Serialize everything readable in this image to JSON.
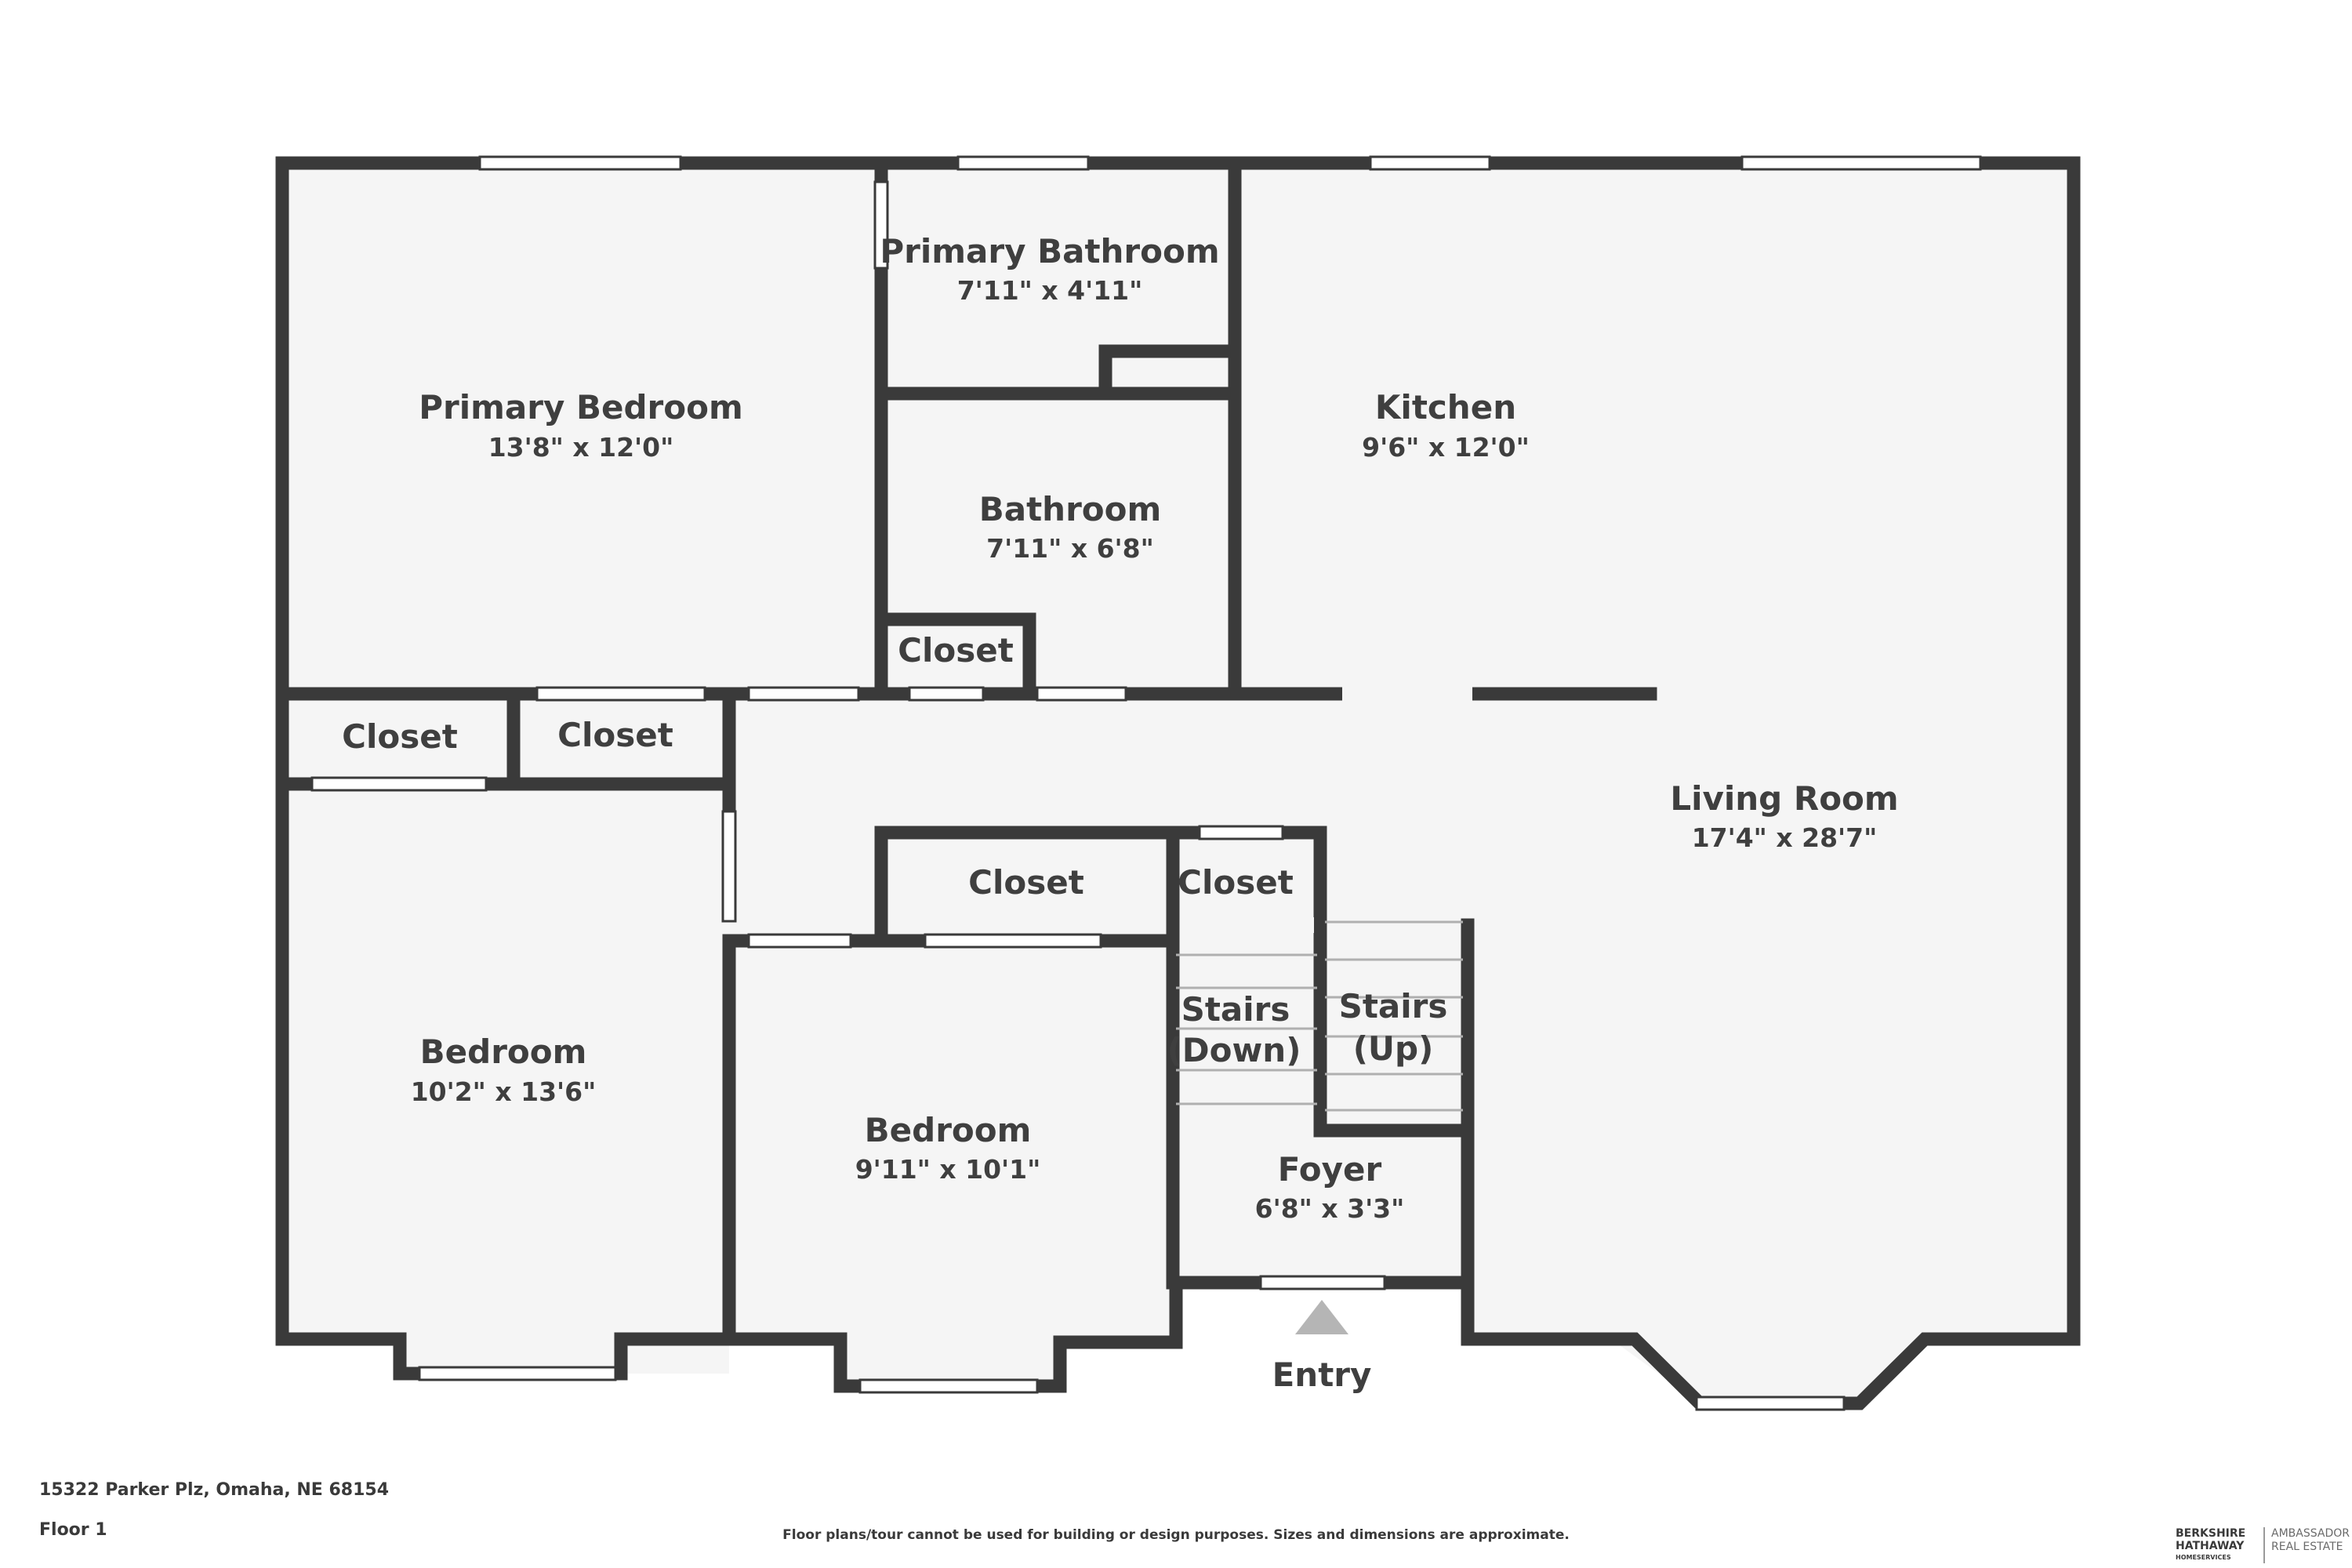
{
  "rooms": {
    "primary_bedroom": {
      "name": "Primary Bedroom",
      "dims": "13'8\" x 12'0\""
    },
    "primary_bathroom": {
      "name": "Primary Bathroom",
      "dims": "7'11\" x 4'11\""
    },
    "kitchen": {
      "name": "Kitchen",
      "dims": "9'6\" x 12'0\""
    },
    "bathroom": {
      "name": "Bathroom",
      "dims": "7'11\" x 6'8\""
    },
    "closet_bath": {
      "name": "Closet"
    },
    "closet_left_1": {
      "name": "Closet"
    },
    "closet_left_2": {
      "name": "Closet"
    },
    "living_room": {
      "name": "Living Room",
      "dims": "17'4\" x 28'7\""
    },
    "closet_mid_1": {
      "name": "Closet"
    },
    "closet_mid_2": {
      "name": "Closet"
    },
    "stairs_down": {
      "line1": "Stairs",
      "line2": "(Down)"
    },
    "stairs_up": {
      "line1": "Stairs",
      "line2": "(Up)"
    },
    "bedroom_left": {
      "name": "Bedroom",
      "dims": "10'2\" x 13'6\""
    },
    "bedroom_mid": {
      "name": "Bedroom",
      "dims": "9'11\" x 10'1\""
    },
    "foyer": {
      "name": "Foyer",
      "dims": "6'8\" x 3'3\""
    }
  },
  "entry_label": "Entry",
  "footer": {
    "address": "15322 Parker Plz, Omaha, NE 68154",
    "floor": "Floor 1",
    "disclaimer": "Floor plans/tour cannot be used for building or design purposes. Sizes and dimensions are approximate."
  },
  "logo": {
    "line1": "BERKSHIRE",
    "line2": "HATHAWAY",
    "line3": "HOMESERVICES",
    "right1": "AMBASSADOR",
    "right2": "REAL ESTATE"
  },
  "colors": {
    "wall": "#3a3a3a",
    "floor": "#f5f5f5",
    "text": "#3f3f3f",
    "entry_arrow": "#b5b5b5"
  }
}
